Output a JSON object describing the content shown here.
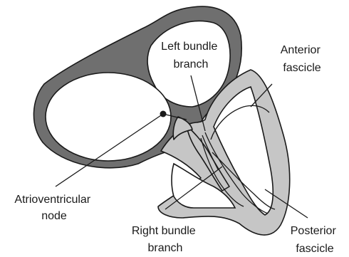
{
  "labels": {
    "left_bundle_branch": [
      "Left bundle",
      "branch"
    ],
    "anterior_fascicle": [
      "Anterior",
      "fascicle"
    ],
    "atrioventricular_node": [
      "Atrioventricular",
      "node"
    ],
    "right_bundle_branch": [
      "Right bundle",
      "branch"
    ],
    "posterior_fascicle": [
      "Posterior",
      "fascicle"
    ]
  },
  "colors": {
    "atrium_wall": "#6f6f6f",
    "ventricle_wall": "#c6c6c6",
    "outline": "#1a1a1a"
  }
}
